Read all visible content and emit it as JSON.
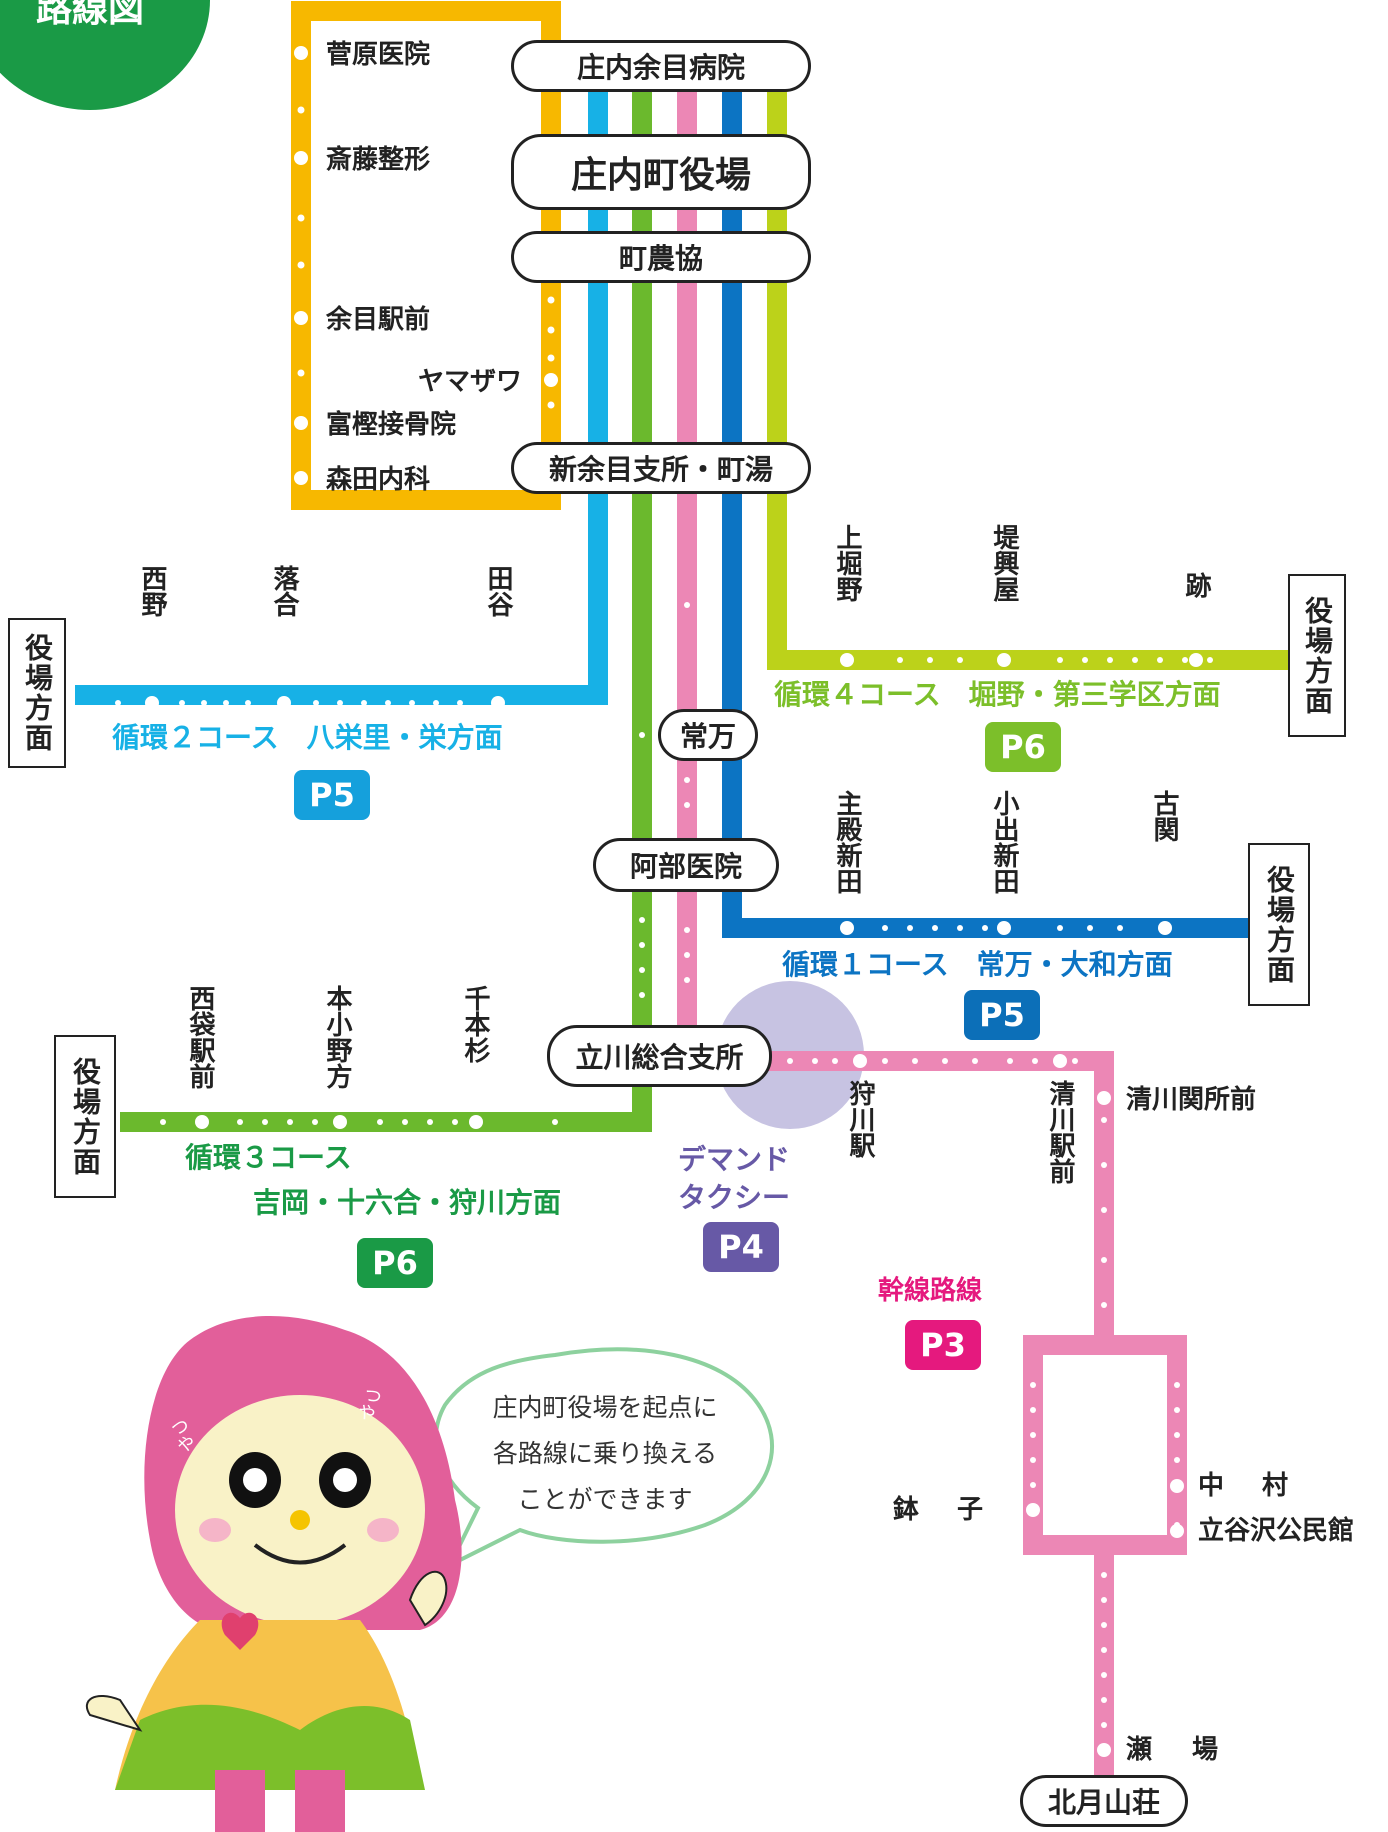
{
  "title": "路線図",
  "colors": {
    "yellow_loop": "#f7b800",
    "course2_blue": "#17b1e6",
    "course3_green": "#6bb92d",
    "trunk_pink": "#ec87b5",
    "course1_blue": "#0c74c3",
    "course4_lime": "#bcd21a",
    "demand_purple": "#c7c3e2",
    "badge_blue": "#15a0dc",
    "badge_green": "#1a9a46",
    "badge_lime": "#7cbf2a",
    "badge_navy": "#0c6fb8",
    "badge_purple": "#6759a6",
    "badge_pink": "#e5197e"
  },
  "hubs": {
    "shonai_amarume_hospital": "庄内余目病院",
    "town_office": "庄内町役場",
    "town_ja": "町農協",
    "shin_amarume": "新余目支所・町湯",
    "tokoman": "常万",
    "abe_clinic": "阿部医院",
    "tachikawa": "立川総合支所",
    "kitagassan": "北月山荘"
  },
  "yellow_loop_stops": [
    "菅原医院",
    "斎藤整形",
    "余目駅前",
    "ヤマザワ",
    "富樫接骨院",
    "森田内科"
  ],
  "course2": {
    "name": "循環２コース　八栄里・栄方面",
    "page": "P5",
    "stops": [
      "西野",
      "落合",
      "田谷"
    ],
    "direction": "役場方面"
  },
  "course4": {
    "name": "循環４コース　堀野・第三学区方面",
    "page": "P6",
    "stops": [
      "上堀野",
      "堤興屋",
      "跡"
    ],
    "direction": "役場方面"
  },
  "course1": {
    "name": "循環１コース　常万・大和方面",
    "page": "P5",
    "stops": [
      "主殿新田",
      "小出新田",
      "古関"
    ],
    "direction": "役場方面"
  },
  "course3": {
    "name_line1": "循環３コース",
    "name_line2": "吉岡・十六合・狩川方面",
    "page": "P6",
    "stops": [
      "西袋駅前",
      "本小野方",
      "千本杉"
    ],
    "direction": "役場方面"
  },
  "demand": {
    "name_line1": "デマンド",
    "name_line2": "タクシー",
    "page": "P4"
  },
  "trunk": {
    "name": "幹線路線",
    "page": "P3",
    "stops": [
      "狩川駅",
      "清川駅前",
      "清川関所前",
      "鉢子",
      "中村",
      "立谷沢公民館",
      "瀬場"
    ]
  },
  "mascot": {
    "speech": [
      "庄内町役場を起点に",
      "各路線に乗り換える",
      "ことができます"
    ],
    "hood_text_left": "つや",
    "hood_text_right": "つや"
  }
}
